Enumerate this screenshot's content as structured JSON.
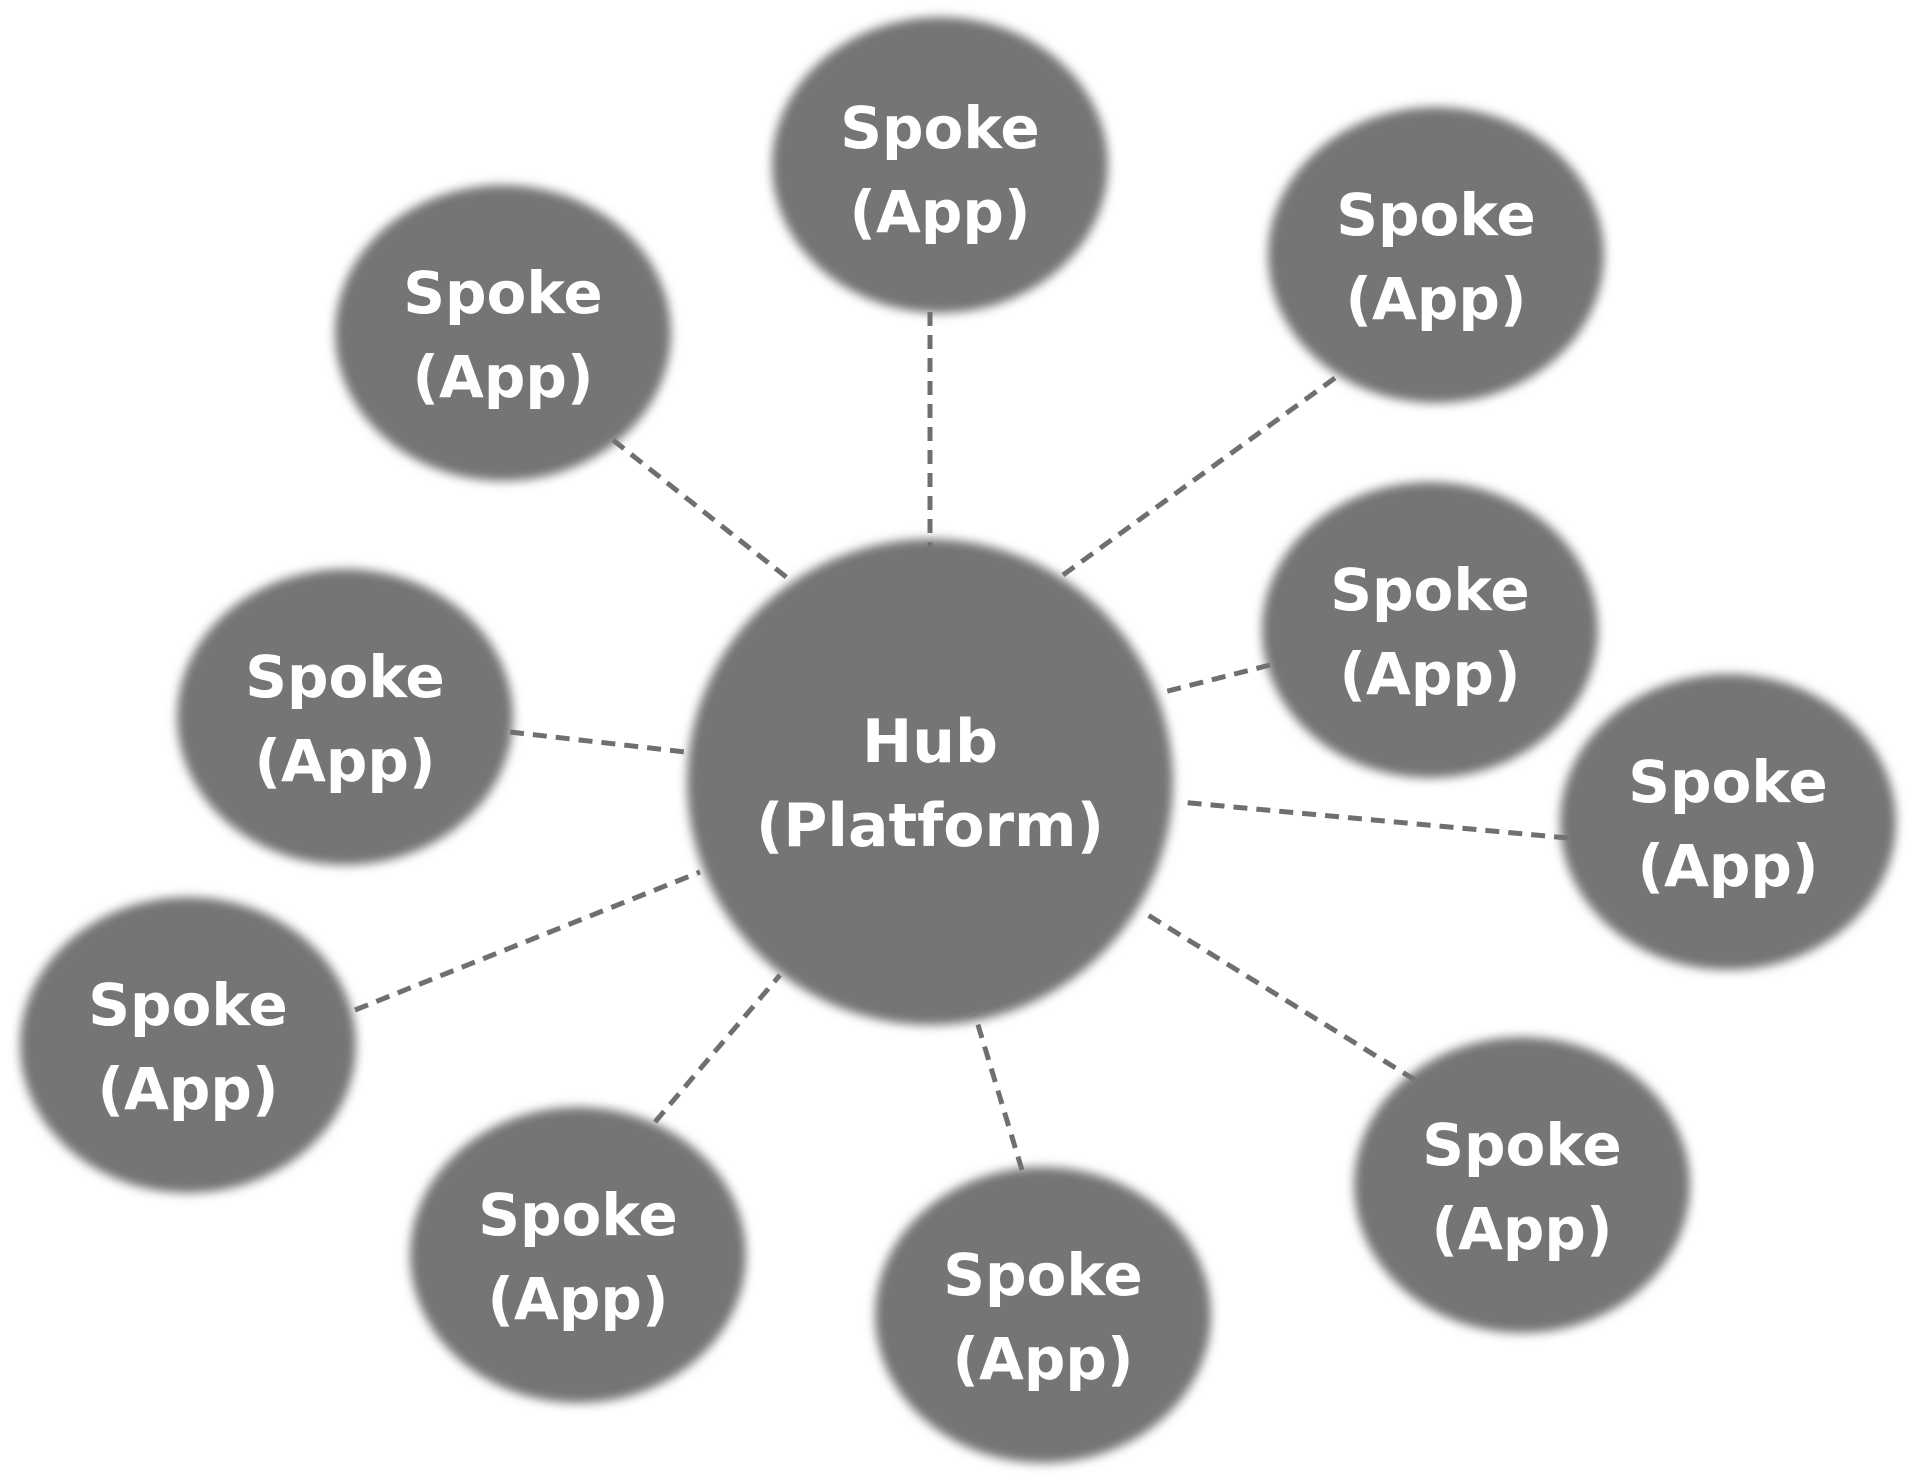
{
  "colors": {
    "background": "#ffffff",
    "node_fill": "#747474",
    "node_text": "#ffffff",
    "connector": "#6f6f6f"
  },
  "hub": {
    "line1": "Hub",
    "line2": "(Platform)"
  },
  "spokes": [
    {
      "line1": "Spoke",
      "line2": "(App)"
    },
    {
      "line1": "Spoke",
      "line2": "(App)"
    },
    {
      "line1": "Spoke",
      "line2": "(App)"
    },
    {
      "line1": "Spoke",
      "line2": "(App)"
    },
    {
      "line1": "Spoke",
      "line2": "(App)"
    },
    {
      "line1": "Spoke",
      "line2": "(App)"
    },
    {
      "line1": "Spoke",
      "line2": "(App)"
    },
    {
      "line1": "Spoke",
      "line2": "(App)"
    },
    {
      "line1": "Spoke",
      "line2": "(App)"
    },
    {
      "line1": "Spoke",
      "line2": "(App)"
    }
  ]
}
